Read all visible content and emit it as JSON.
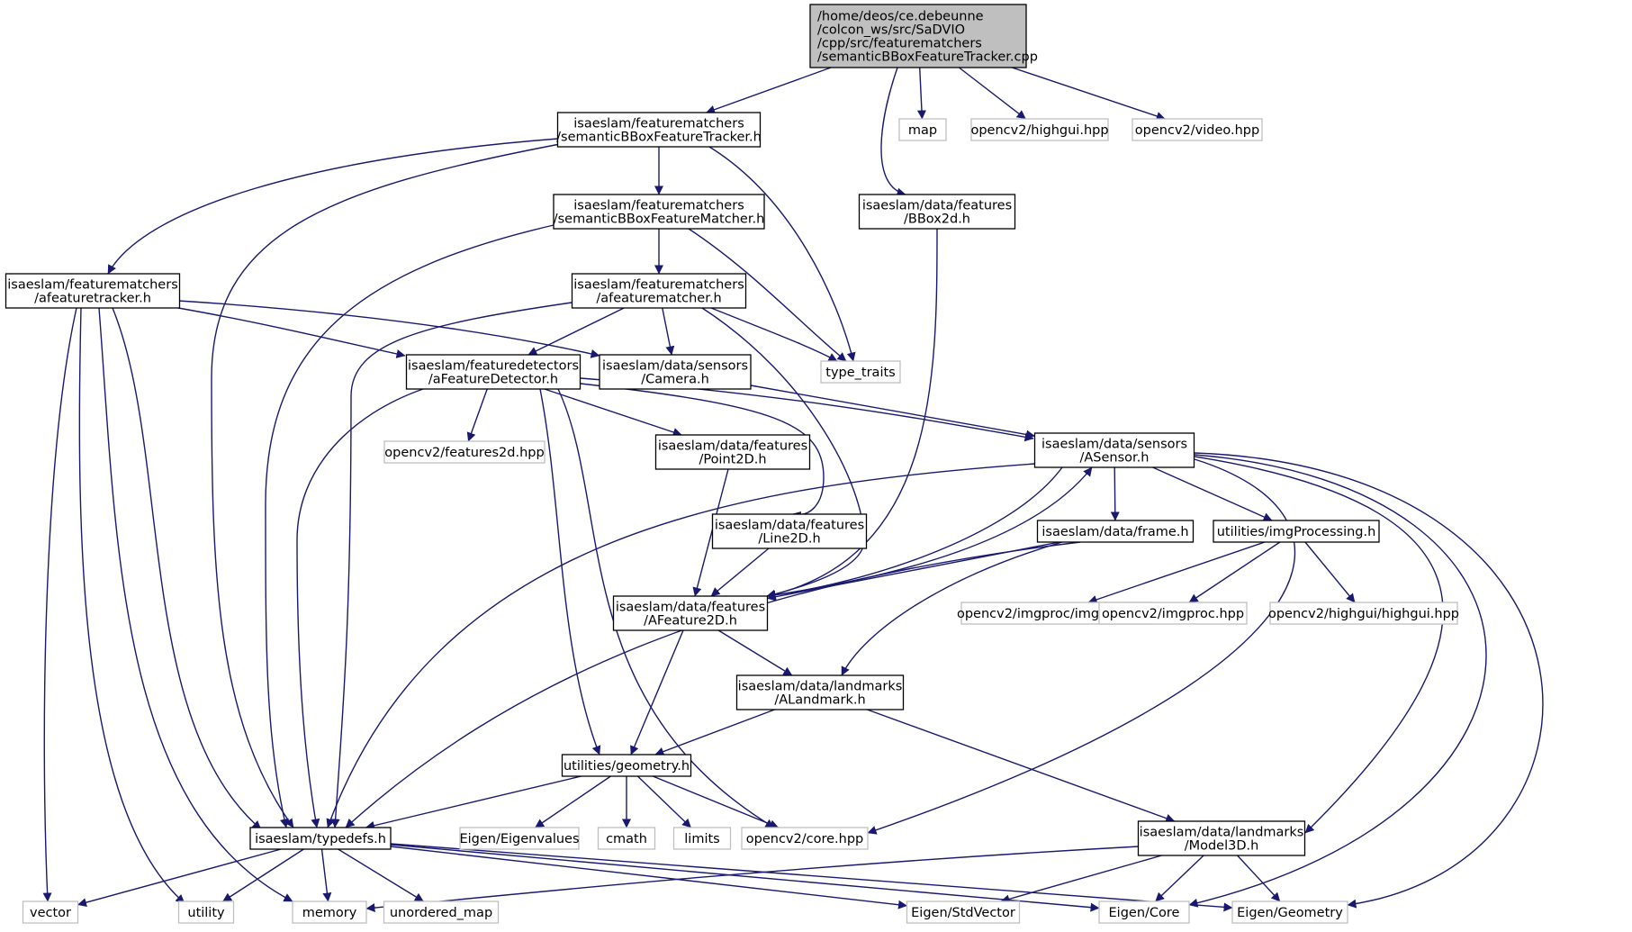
{
  "colors": {
    "edge": "#191970",
    "root_fill": "#bfbfbf",
    "local_border": "#000000",
    "system_border": "#bfbfbf",
    "node_fill": "#ffffff"
  },
  "nodes": [
    {
      "id": "root",
      "kind": "root",
      "lines": [
        "/home/deos/ce.debeunne",
        "/colcon_ws/src/SaDVIO",
        "/cpp/src/featurematchers",
        "/semanticBBoxFeatureTracker.cpp"
      ]
    },
    {
      "id": "sbft_h",
      "kind": "local",
      "lines": [
        "isaeslam/featurematchers",
        "/semanticBBoxFeatureTracker.h"
      ]
    },
    {
      "id": "map",
      "kind": "system",
      "lines": [
        "map"
      ]
    },
    {
      "id": "highgui_hpp",
      "kind": "system",
      "lines": [
        "opencv2/highgui.hpp"
      ]
    },
    {
      "id": "video_hpp",
      "kind": "system",
      "lines": [
        "opencv2/video.hpp"
      ]
    },
    {
      "id": "sbfm_h",
      "kind": "local",
      "lines": [
        "isaeslam/featurematchers",
        "/semanticBBoxFeatureMatcher.h"
      ]
    },
    {
      "id": "bbox2d_h",
      "kind": "local",
      "lines": [
        "isaeslam/data/features",
        "/BBox2d.h"
      ]
    },
    {
      "id": "aft_h",
      "kind": "local",
      "lines": [
        "isaeslam/featurematchers",
        "/afeaturetracker.h"
      ]
    },
    {
      "id": "afm_h",
      "kind": "local",
      "lines": [
        "isaeslam/featurematchers",
        "/afeaturematcher.h"
      ]
    },
    {
      "id": "type_traits",
      "kind": "system",
      "lines": [
        "type_traits"
      ]
    },
    {
      "id": "afd_h",
      "kind": "local",
      "lines": [
        "isaeslam/featuredetectors",
        "/aFeatureDetector.h"
      ]
    },
    {
      "id": "camera_h",
      "kind": "local",
      "lines": [
        "isaeslam/data/sensors",
        "/Camera.h"
      ]
    },
    {
      "id": "asensor_h",
      "kind": "local",
      "lines": [
        "isaeslam/data/sensors",
        "/ASensor.h"
      ]
    },
    {
      "id": "features2d_hpp",
      "kind": "system",
      "lines": [
        "opencv2/features2d.hpp"
      ]
    },
    {
      "id": "point2d_h",
      "kind": "local",
      "lines": [
        "isaeslam/data/features",
        "/Point2D.h"
      ]
    },
    {
      "id": "line2d_h",
      "kind": "local",
      "lines": [
        "isaeslam/data/features",
        "/Line2D.h"
      ]
    },
    {
      "id": "frame_h",
      "kind": "local",
      "lines": [
        "isaeslam/data/frame.h"
      ]
    },
    {
      "id": "imgproc_h",
      "kind": "local",
      "lines": [
        "utilities/imgProcessing.h"
      ]
    },
    {
      "id": "afeature2d_h",
      "kind": "local",
      "lines": [
        "isaeslam/data/features",
        "/AFeature2D.h"
      ]
    },
    {
      "id": "imgproc_imgproc_hpp",
      "kind": "system",
      "lines": [
        "opencv2/imgproc/imgproc.hpp"
      ]
    },
    {
      "id": "imgproc_hpp",
      "kind": "system",
      "lines": [
        "opencv2/imgproc.hpp"
      ]
    },
    {
      "id": "highgui_highgui_hpp",
      "kind": "system",
      "lines": [
        "opencv2/highgui/highgui.hpp"
      ]
    },
    {
      "id": "alandmark_h",
      "kind": "local",
      "lines": [
        "isaeslam/data/landmarks",
        "/ALandmark.h"
      ]
    },
    {
      "id": "geometry_h",
      "kind": "local",
      "lines": [
        "utilities/geometry.h"
      ]
    },
    {
      "id": "typedefs_h",
      "kind": "local",
      "lines": [
        "isaeslam/typedefs.h"
      ]
    },
    {
      "id": "eigenvalues",
      "kind": "system",
      "lines": [
        "Eigen/Eigenvalues"
      ]
    },
    {
      "id": "cmath",
      "kind": "system",
      "lines": [
        "cmath"
      ]
    },
    {
      "id": "limits",
      "kind": "system",
      "lines": [
        "limits"
      ]
    },
    {
      "id": "core_hpp",
      "kind": "system",
      "lines": [
        "opencv2/core.hpp"
      ]
    },
    {
      "id": "model3d_h",
      "kind": "local",
      "lines": [
        "isaeslam/data/landmarks",
        "/Model3D.h"
      ]
    },
    {
      "id": "vector",
      "kind": "system",
      "lines": [
        "vector"
      ]
    },
    {
      "id": "utility",
      "kind": "system",
      "lines": [
        "utility"
      ]
    },
    {
      "id": "memory",
      "kind": "system",
      "lines": [
        "memory"
      ]
    },
    {
      "id": "unordered_map",
      "kind": "system",
      "lines": [
        "unordered_map"
      ]
    },
    {
      "id": "stdvector",
      "kind": "system",
      "lines": [
        "Eigen/StdVector"
      ]
    },
    {
      "id": "eigen_core",
      "kind": "system",
      "lines": [
        "Eigen/Core"
      ]
    },
    {
      "id": "eigen_geometry",
      "kind": "system",
      "lines": [
        "Eigen/Geometry"
      ]
    }
  ],
  "edges": [
    [
      "root",
      "sbft_h"
    ],
    [
      "root",
      "bbox2d_h"
    ],
    [
      "root",
      "map"
    ],
    [
      "root",
      "highgui_hpp"
    ],
    [
      "root",
      "video_hpp"
    ],
    [
      "sbft_h",
      "aft_h"
    ],
    [
      "sbft_h",
      "typedefs_h"
    ],
    [
      "sbft_h",
      "sbfm_h"
    ],
    [
      "sbft_h",
      "type_traits"
    ],
    [
      "sbfm_h",
      "typedefs_h"
    ],
    [
      "sbfm_h",
      "afm_h"
    ],
    [
      "sbfm_h",
      "type_traits"
    ],
    [
      "bbox2d_h",
      "afeature2d_h"
    ],
    [
      "aft_h",
      "vector"
    ],
    [
      "aft_h",
      "utility"
    ],
    [
      "aft_h",
      "memory"
    ],
    [
      "aft_h",
      "typedefs_h"
    ],
    [
      "aft_h",
      "afd_h"
    ],
    [
      "aft_h",
      "camera_h"
    ],
    [
      "afm_h",
      "typedefs_h"
    ],
    [
      "afm_h",
      "afd_h"
    ],
    [
      "afm_h",
      "camera_h"
    ],
    [
      "afm_h",
      "type_traits"
    ],
    [
      "afm_h",
      "afeature2d_h"
    ],
    [
      "afd_h",
      "typedefs_h"
    ],
    [
      "afd_h",
      "features2d_hpp"
    ],
    [
      "afd_h",
      "geometry_h"
    ],
    [
      "afd_h",
      "core_hpp"
    ],
    [
      "afd_h",
      "point2d_h"
    ],
    [
      "afd_h",
      "line2d_h"
    ],
    [
      "afd_h",
      "asensor_h"
    ],
    [
      "camera_h",
      "asensor_h"
    ],
    [
      "asensor_h",
      "typedefs_h"
    ],
    [
      "asensor_h",
      "afeature2d_h"
    ],
    [
      "asensor_h",
      "frame_h"
    ],
    [
      "asensor_h",
      "imgproc_h"
    ],
    [
      "asensor_h",
      "core_hpp"
    ],
    [
      "asensor_h",
      "model3d_h"
    ],
    [
      "asensor_h",
      "eigen_core"
    ],
    [
      "asensor_h",
      "eigen_geometry"
    ],
    [
      "point2d_h",
      "afeature2d_h"
    ],
    [
      "line2d_h",
      "afeature2d_h"
    ],
    [
      "frame_h",
      "afeature2d_h"
    ],
    [
      "frame_h",
      "typedefs_h"
    ],
    [
      "frame_h",
      "alandmark_h"
    ],
    [
      "imgproc_h",
      "imgproc_imgproc_hpp"
    ],
    [
      "imgproc_h",
      "imgproc_hpp"
    ],
    [
      "imgproc_h",
      "highgui_highgui_hpp"
    ],
    [
      "afeature2d_h",
      "asensor_h"
    ],
    [
      "afeature2d_h",
      "geometry_h"
    ],
    [
      "afeature2d_h",
      "alandmark_h"
    ],
    [
      "alandmark_h",
      "geometry_h"
    ],
    [
      "alandmark_h",
      "model3d_h"
    ],
    [
      "geometry_h",
      "typedefs_h"
    ],
    [
      "geometry_h",
      "eigenvalues"
    ],
    [
      "geometry_h",
      "cmath"
    ],
    [
      "geometry_h",
      "limits"
    ],
    [
      "geometry_h",
      "core_hpp"
    ],
    [
      "typedefs_h",
      "vector"
    ],
    [
      "typedefs_h",
      "utility"
    ],
    [
      "typedefs_h",
      "memory"
    ],
    [
      "typedefs_h",
      "unordered_map"
    ],
    [
      "typedefs_h",
      "stdvector"
    ],
    [
      "typedefs_h",
      "eigen_core"
    ],
    [
      "typedefs_h",
      "eigen_geometry"
    ],
    [
      "model3d_h",
      "memory"
    ],
    [
      "model3d_h",
      "stdvector"
    ],
    [
      "model3d_h",
      "eigen_core"
    ],
    [
      "model3d_h",
      "eigen_geometry"
    ]
  ]
}
